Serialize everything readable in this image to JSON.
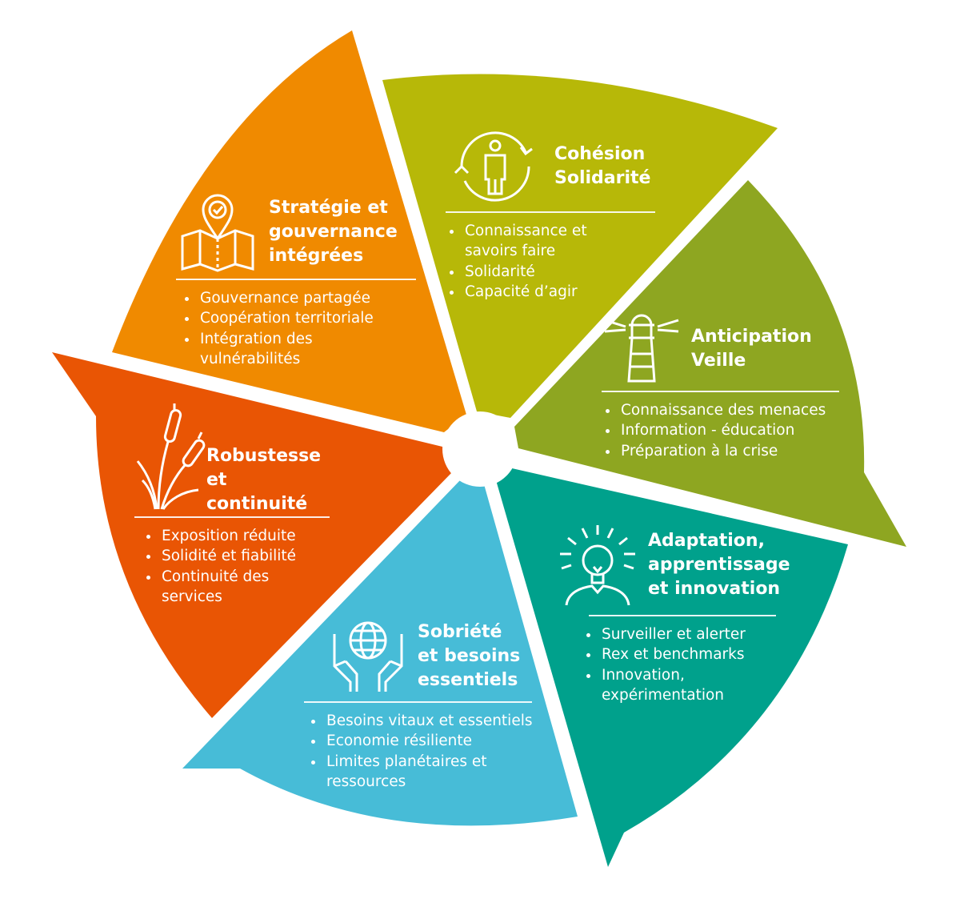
{
  "colors": {
    "strategie": "#f08a00",
    "cohesion": "#b7b808",
    "anticipation": "#8ea621",
    "adaptation": "#00a18c",
    "sobriete": "#47bcd7",
    "robustesse": "#e95504"
  },
  "segments": {
    "strategie": {
      "title": "Stratégie et\ngouvernance\nintégrées",
      "icon": "map-pin-icon",
      "items": [
        "Gouvernance partagée",
        "Coopération territoriale",
        "Intégration des vulnérabilités"
      ]
    },
    "cohesion": {
      "title": "Cohésion\nSolidarité",
      "icon": "person-cycle-icon",
      "items": [
        "Connaissance et savoirs faire",
        "Solidarité",
        "Capacité d’agir"
      ]
    },
    "anticipation": {
      "title": "Anticipation\nVeille",
      "icon": "lighthouse-icon",
      "items": [
        "Connaissance des menaces",
        "Information - éducation",
        "Préparation à la crise"
      ]
    },
    "adaptation": {
      "title": "Adaptation,\napprentissage\net innovation",
      "icon": "lightbulb-head-icon",
      "items": [
        "Surveiller et alerter",
        "Rex et benchmarks",
        "Innovation, expérimentation"
      ]
    },
    "sobriete": {
      "title": "Sobriété\net besoins\nessentiels",
      "icon": "hands-globe-icon",
      "items": [
        "Besoins vitaux et essentiels",
        "Economie résiliente",
        "Limites planétaires et ressources"
      ]
    },
    "robustesse": {
      "title": "Robustesse\net continuité",
      "icon": "reed-plant-icon",
      "items": [
        "Exposition réduite",
        "Solidité et fiabilité",
        "Continuité des services"
      ]
    }
  }
}
